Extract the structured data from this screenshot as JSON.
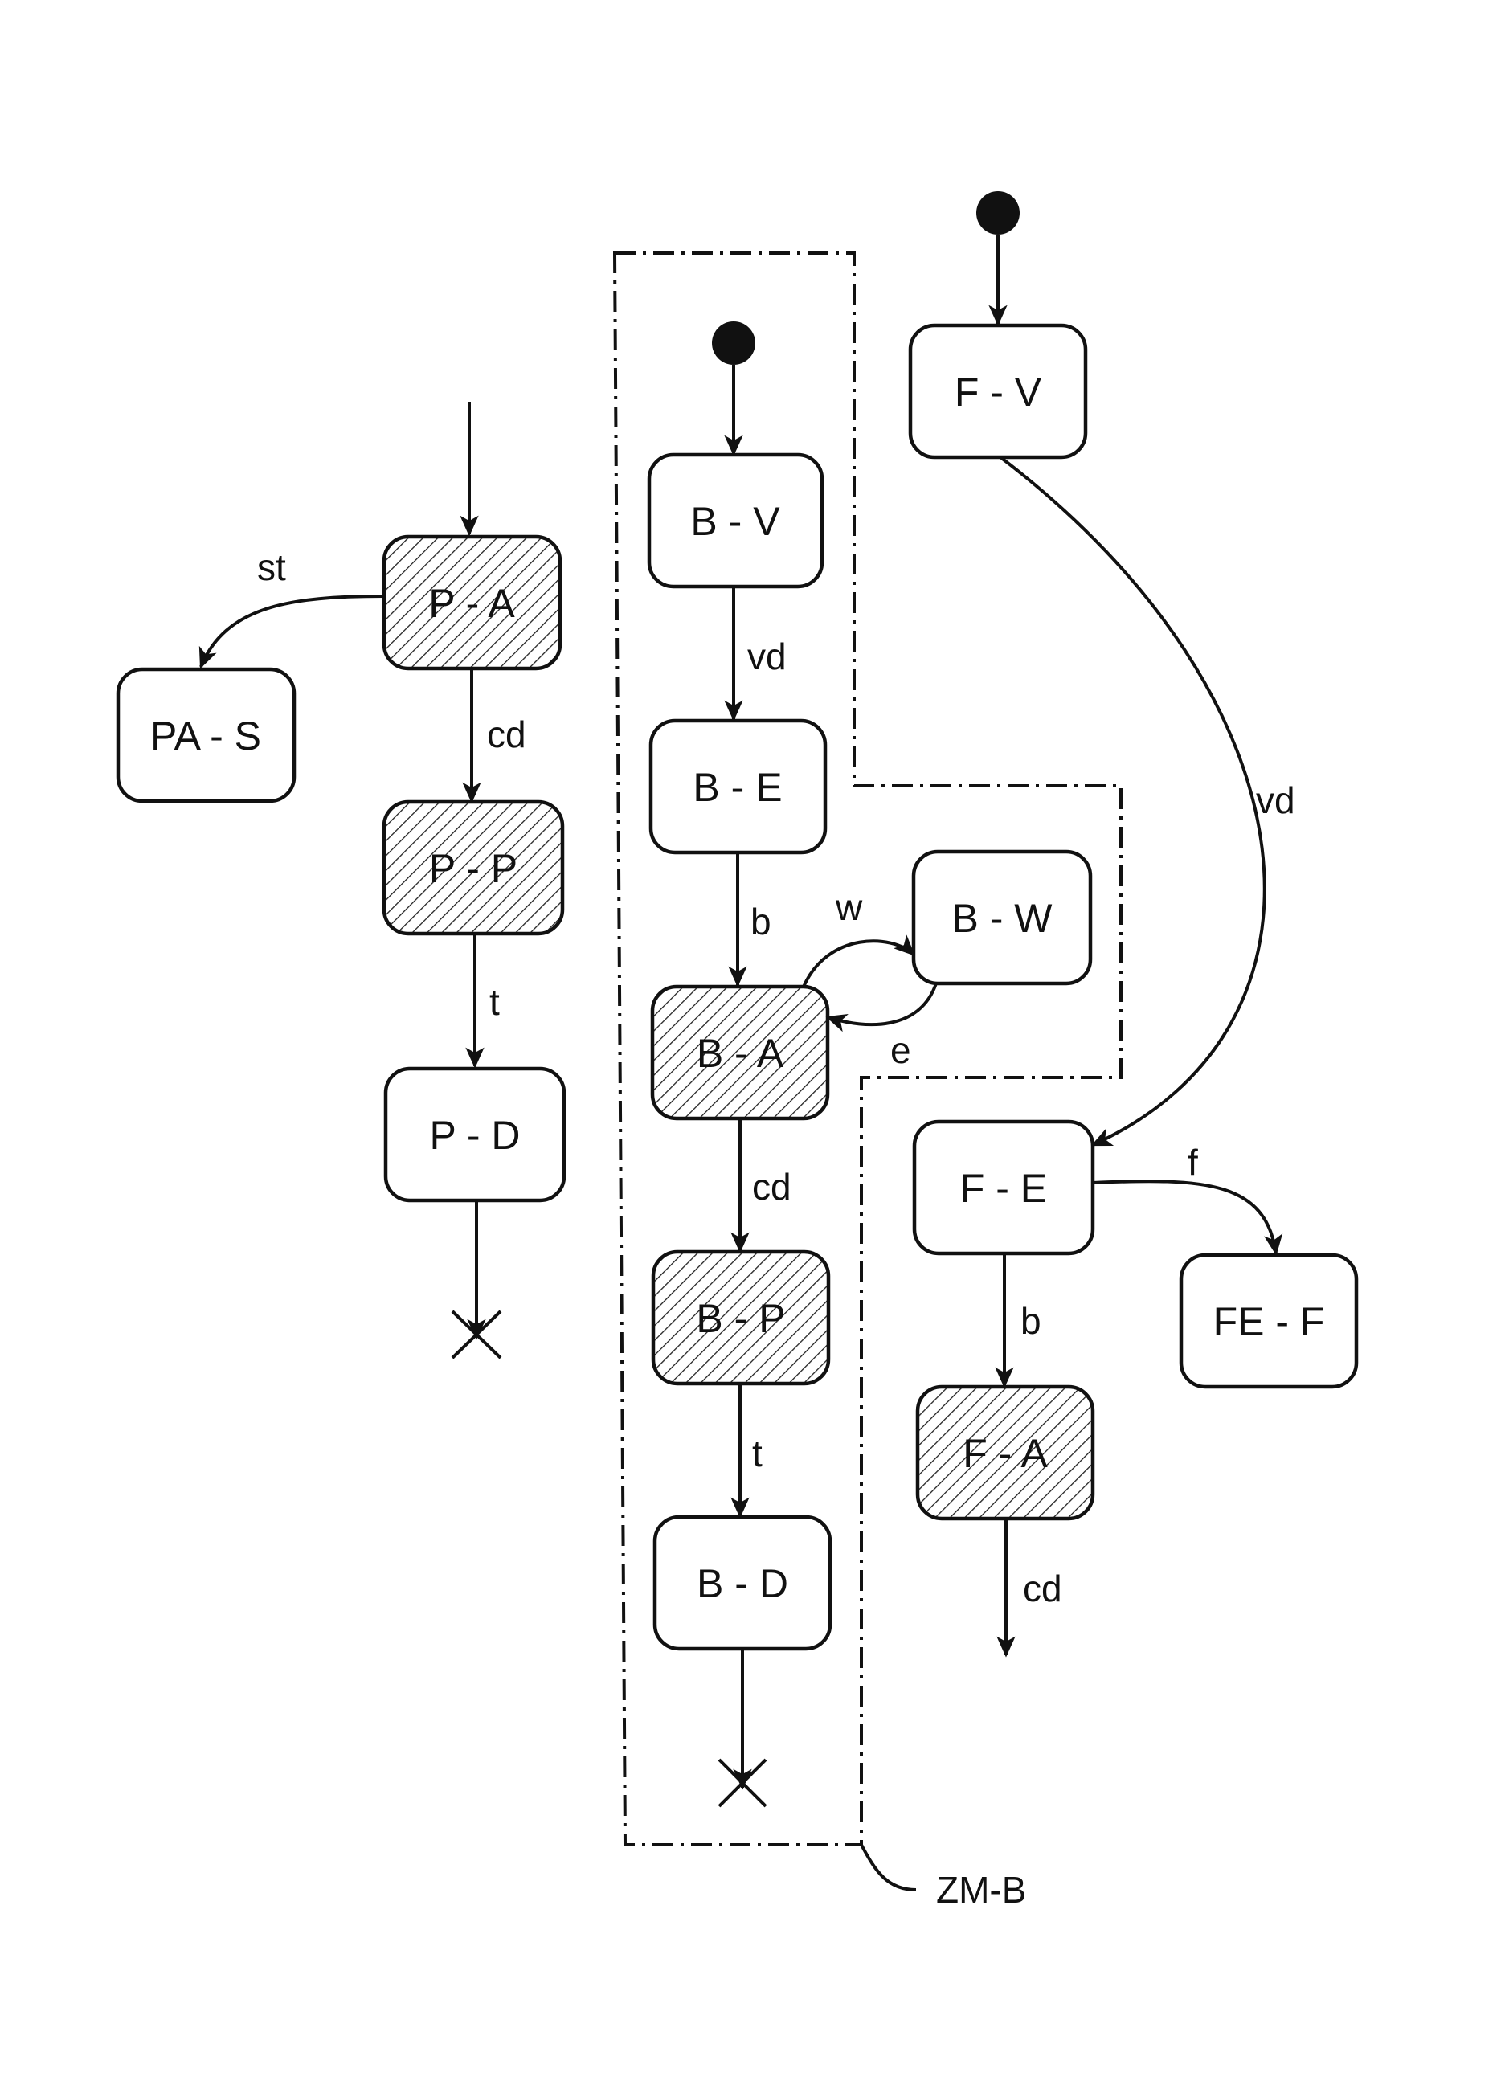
{
  "states": {
    "p_a": "P - A",
    "pa_s": "PA - S",
    "p_p": "P - P",
    "p_d": "P - D",
    "b_v": "B - V",
    "b_e": "B - E",
    "b_a": "B - A",
    "b_w": "B - W",
    "b_p": "B - P",
    "b_d": "B - D",
    "f_v": "F - V",
    "f_e": "F - E",
    "fe_f": "FE - F",
    "f_a": "F - A"
  },
  "active_states": [
    "P - A",
    "P - P",
    "B - A",
    "B - P",
    "F - A"
  ],
  "transitions": {
    "pa_to_pas": "st",
    "pa_to_pp": "cd",
    "pp_to_pd": "t",
    "bv_to_be": "vd",
    "be_to_ba": "b",
    "ba_to_bw": "w",
    "bw_to_ba": "e",
    "ba_to_bp": "cd",
    "bp_to_bd": "t",
    "fv_to_fe": "vd",
    "fe_to_fef": "f",
    "fe_to_fa": "b",
    "fa_out": "cd"
  },
  "zone": {
    "label": "ZM-B"
  }
}
